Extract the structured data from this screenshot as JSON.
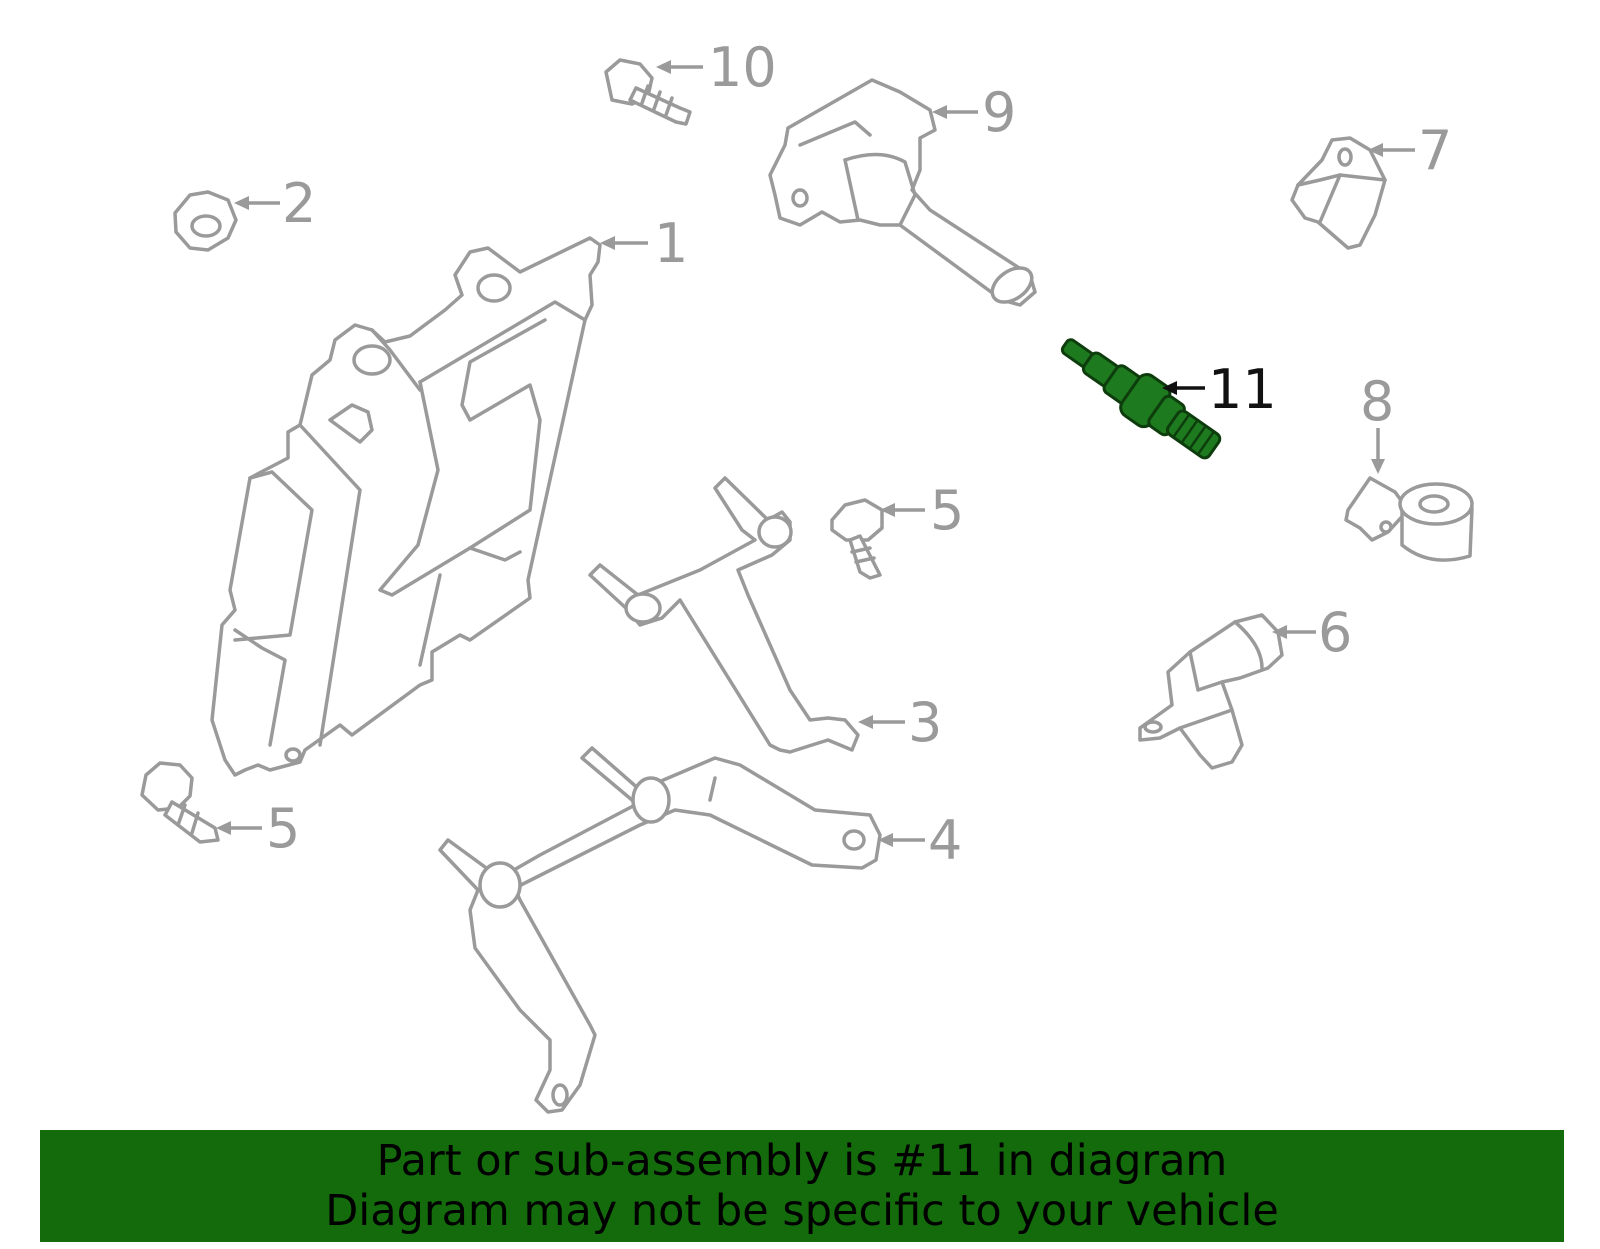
{
  "diagram": {
    "callouts": [
      {
        "id": "1",
        "label": "1"
      },
      {
        "id": "2",
        "label": "2"
      },
      {
        "id": "3",
        "label": "3"
      },
      {
        "id": "4",
        "label": "4"
      },
      {
        "id": "5a",
        "label": "5"
      },
      {
        "id": "5b",
        "label": "5"
      },
      {
        "id": "6",
        "label": "6"
      },
      {
        "id": "7",
        "label": "7"
      },
      {
        "id": "8",
        "label": "8"
      },
      {
        "id": "9",
        "label": "9"
      },
      {
        "id": "10",
        "label": "10"
      },
      {
        "id": "11",
        "label": "11",
        "highlighted": true
      }
    ],
    "highlighted_part": "11",
    "colors": {
      "highlight": "#1e7a1e",
      "banner": "#136b0c",
      "part_outline": "#9a9a9a"
    }
  },
  "footer": {
    "line1": "Part or sub-assembly is #11 in diagram",
    "line2": "Diagram may not be specific to your vehicle"
  }
}
